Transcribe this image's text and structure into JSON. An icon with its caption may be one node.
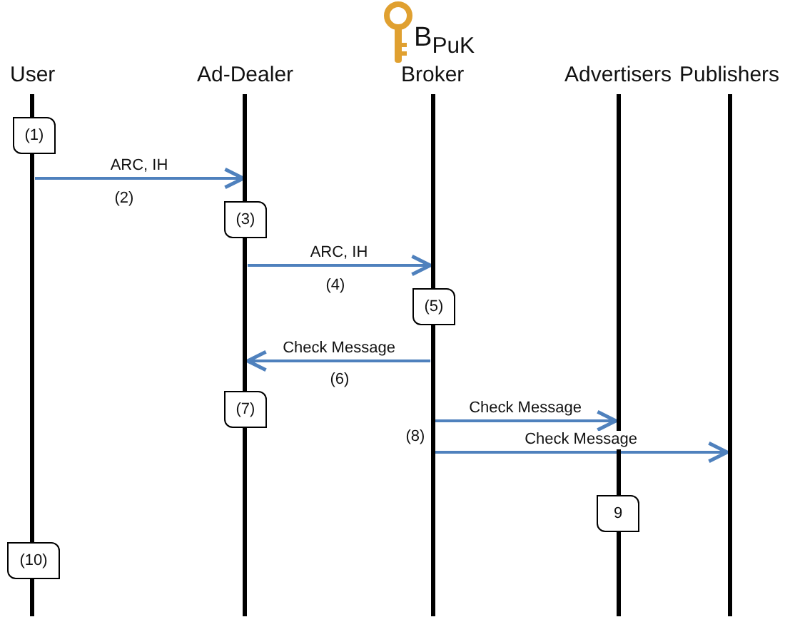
{
  "diagram": {
    "nodes": [
      {
        "text": [
          "User"
        ]
      },
      {
        "text": [
          "Ad-Dealer"
        ]
      },
      {
        "text": [
          "Broker"
        ]
      },
      {
        "text": [
          "Advertisers"
        ]
      },
      {
        "text": [
          "Publishers"
        ]
      },
      {
        "text": [
          "(1)"
        ]
      },
      {
        "text": [
          "(3)"
        ]
      },
      {
        "text": [
          "(5)"
        ]
      },
      {
        "text": [
          "(7)"
        ]
      },
      {
        "text": [
          "9"
        ]
      },
      {
        "text": [
          "(10)"
        ]
      }
    ],
    "edges": [
      {
        "from": 0,
        "to": 1,
        "arrow": "to",
        "label": "ARC, IH"
      },
      {
        "from": 1,
        "to": 2,
        "arrow": "to",
        "label": "ARC, IH"
      },
      {
        "from": 2,
        "to": 1,
        "arrow": "to",
        "label": "Check Message"
      },
      {
        "from": 2,
        "to": 3,
        "arrow": "to",
        "label": "Check Message"
      },
      {
        "from": 2,
        "to": 4,
        "arrow": "to",
        "label": "Check Message"
      }
    ],
    "labels": [
      "B$_{PuK}$",
      "(2)",
      "(4)",
      "(6)",
      "(8)"
    ]
  }
}
